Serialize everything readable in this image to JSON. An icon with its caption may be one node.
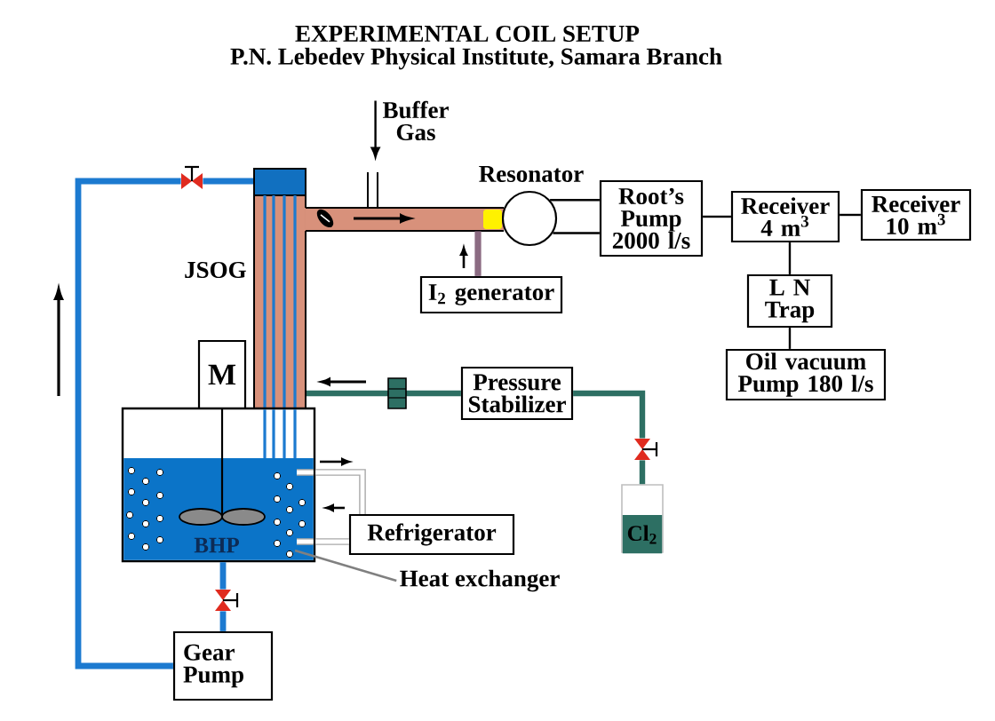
{
  "diagram": {
    "title": "EXPERIMENTAL COIL SETUP",
    "nodes": [
      {
        "text": [
          "JSOG"
        ]
      },
      {
        "text": [],
        "shape": "bar"
      },
      {
        "text": [
          "Buffer Gas"
        ]
      },
      {
        "text": [
          "Resonator"
        ]
      },
      {
        "text": [
          "Root’s Pump 2000 l/s"
        ]
      },
      {
        "text": [
          "Receiver 4 m$^{3}$"
        ]
      },
      {
        "text": [
          "Receiver 10 m$^{3}$"
        ]
      },
      {
        "text": [
          "L N Trap"
        ]
      },
      {
        "text": [
          "Oil vacuum Pump 180 l/s"
        ]
      },
      {
        "text": [
          "I$_{2}$ generator"
        ]
      },
      {
        "text": [
          "M"
        ]
      },
      {
        "text": [
          "Pressure Stabilizer"
        ]
      },
      {
        "text": [
          "BHP"
        ]
      },
      {
        "text": [
          "Refrigerator"
        ]
      },
      {
        "text": [
          "Cl$_{2}$"
        ]
      },
      {
        "text": [
          "Heat exchanger"
        ]
      },
      {
        "text": [
          "Gear Pump"
        ]
      },
      {
        "text": [],
        "shape": "valve"
      },
      {
        "text": [],
        "shape": "valve"
      },
      {
        "text": [],
        "shape": "valve"
      }
    ],
    "edges": [
      {
        "from": 2,
        "to": null,
        "arrow": "to"
      },
      {
        "from": 3,
        "to": 4,
        "arrow": "none"
      },
      {
        "from": 3,
        "to": 4,
        "arrow": "none"
      },
      {
        "from": 4,
        "to": 5,
        "arrow": "none"
      },
      {
        "from": 5,
        "to": 6,
        "arrow": "none"
      },
      {
        "from": 5,
        "to": 7,
        "arrow": "none"
      },
      {
        "from": 7,
        "to": 8,
        "arrow": "none"
      },
      {
        "from": 9,
        "to": 1,
        "arrow": "none",
        "color": "#8b6b82"
      },
      {
        "from": 11,
        "to": 0,
        "arrow": "none",
        "color": "#2d6f63"
      },
      {
        "from": 14,
        "to": 19,
        "arrow": "none",
        "color": "#2d6f63"
      },
      {
        "from": 19,
        "to": 11,
        "arrow": "none",
        "color": "#2d6f63"
      },
      {
        "from": 12,
        "to": 13,
        "arrow": "none",
        "color": "#a8a8a8"
      },
      {
        "from": 13,
        "to": 12,
        "arrow": "none",
        "color": "#a8a8a8"
      },
      {
        "from": 12,
        "to": 18,
        "arrow": "none",
        "color": "#1c7ad0"
      },
      {
        "from": 18,
        "to": 16,
        "arrow": "none",
        "color": "#1c7ad0"
      },
      {
        "from": 16,
        "to": 17,
        "arrow": "none",
        "color": "#1c7ad0"
      },
      {
        "from": 17,
        "to": 0,
        "arrow": "none",
        "color": "#1c7ad0"
      },
      {
        "from": 15,
        "to": 12,
        "arrow": "none",
        "color": "#808080"
      }
    ],
    "labels": [
      "P.N. Lebedev Physical Institute, Samara Branch"
    ]
  }
}
